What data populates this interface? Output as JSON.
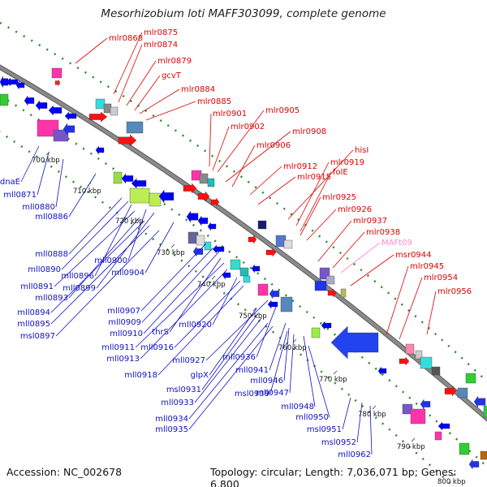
{
  "header": {
    "title": "Mesorhizobium loti MAFF303099, complete genome"
  },
  "footer": {
    "accession": "Accession: NC_002678",
    "topology": "Topology: circular; Length: 7,036,071 bp; Genes: 6,800"
  },
  "colors": {
    "forward_label": "#e00000",
    "reverse_label": "#1010c8",
    "rna_label": "#ff88cc",
    "backbone": "#8a8a8a",
    "guide_dots": "#2a8a2a"
  },
  "scale_labels": [
    "700 kbp",
    "710 kbp",
    "720 kbp",
    "730 kbp",
    "740 kbp",
    "750 kbp",
    "760 kbp",
    "770 kbp",
    "780 kbp",
    "790 kbp",
    "800 kbp"
  ],
  "forward_genes": [
    "mlr0868",
    "mlr0875",
    "mlr0874",
    "mlr0879",
    "gcvT",
    "mlr0884",
    "mlr0885",
    "mlr0901",
    "mlr0905",
    "mlr0902",
    "mlr0908",
    "mlr0906",
    "hisI",
    "mlr0912",
    "mlr0919",
    "mlr0915",
    "folE",
    "mlr0925",
    "mlr0926",
    "mlr0937",
    "mlr0938",
    "MAFt09",
    "msr0944",
    "mlr0945",
    "mlr0954",
    "mlr0956"
  ],
  "reverse_genes": [
    "dnaE",
    "mll0871",
    "mll0880",
    "mll0886",
    "mll0888",
    "mll0890",
    "mll0896",
    "mll0900",
    "mll0891",
    "mll0899",
    "mll0904",
    "mll0893",
    "mll0894",
    "mll0895",
    "msl0897",
    "mll0907",
    "mll0909",
    "mll0910",
    "thrS",
    "mll0920",
    "mll0911",
    "mll0916",
    "mll0913",
    "mll0918",
    "mll0927",
    "mll0936",
    "glpX",
    "mll0941",
    "msl0931",
    "mll0946",
    "mll0933",
    "msl0939",
    "mll0947",
    "mll0948",
    "mll0934",
    "mll0935",
    "mll0950",
    "msl0951",
    "msl0952",
    "mll0962"
  ]
}
